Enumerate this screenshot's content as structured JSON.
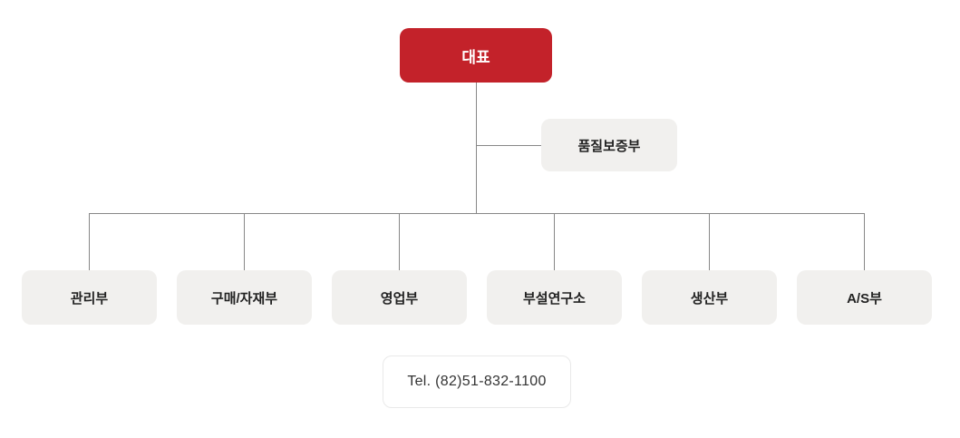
{
  "colors": {
    "accent_red": "#c3222a",
    "box_gray": "#f1f0ee",
    "line_gray": "#878787",
    "text_dark": "#222222",
    "text_tel": "#333333",
    "tel_border": "#e9e9e9",
    "background": "#ffffff"
  },
  "chart": {
    "ceo": {
      "label": "대표"
    },
    "qa": {
      "label": "품질보증부"
    },
    "departments": [
      {
        "label": "관리부"
      },
      {
        "label": "구매/자재부"
      },
      {
        "label": "영업부"
      },
      {
        "label": "부설연구소"
      },
      {
        "label": "생산부"
      },
      {
        "label": "A/S부"
      }
    ],
    "tel": {
      "label": "Tel. (82)51-832-1100"
    }
  }
}
